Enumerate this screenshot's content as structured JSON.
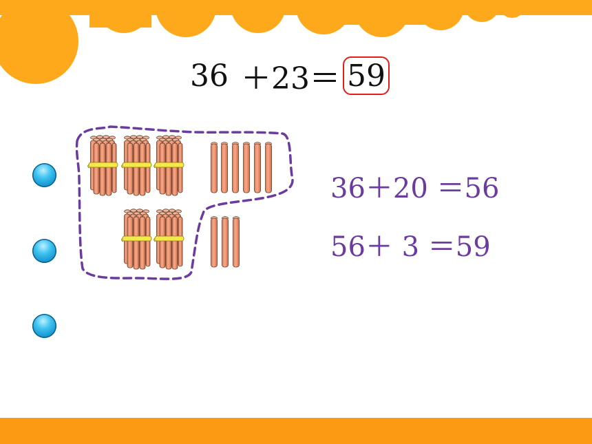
{
  "equation": {
    "left": "36",
    "operator_part": "＋23＝",
    "answer": "59"
  },
  "steps": [
    {
      "text": "36＋20 ＝56"
    },
    {
      "text": "56＋ 3 ＝59"
    }
  ],
  "colors": {
    "banner": "#fea81b",
    "bottom_bar": "#fd9a13",
    "steps_text": "#6b3ba0",
    "answer_box": "#e21b1b",
    "grouping_outline": "#6b3ba0",
    "sticks": "#f29a77"
  },
  "illustration": {
    "top_row": {
      "bundles_of_ten": 3,
      "single_sticks": 6
    },
    "bottom_row": {
      "bundles_of_ten": 2,
      "single_sticks": 3
    }
  },
  "bullets": [
    "bullet-1",
    "bullet-2",
    "bullet-3"
  ]
}
